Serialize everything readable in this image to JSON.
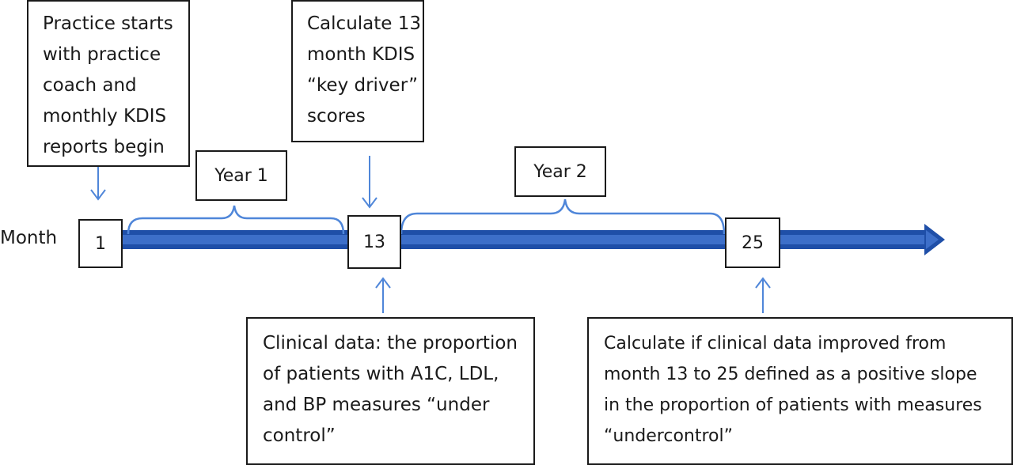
{
  "axis": {
    "label": "Month"
  },
  "milestones": [
    {
      "month": "1"
    },
    {
      "month": "13"
    },
    {
      "month": "25"
    }
  ],
  "periods": [
    {
      "label": "Year 1"
    },
    {
      "label": "Year 2"
    }
  ],
  "annotations": {
    "start": {
      "lines": [
        "Practice starts",
        "with practice",
        "coach and",
        "monthly KDIS",
        "reports begin"
      ]
    },
    "month13_top": {
      "lines": [
        "Calculate 13",
        "month KDIS",
        "“key driver”",
        "scores"
      ]
    },
    "month13_bottom": {
      "lines": [
        "Clinical data:  the proportion",
        "of patients with A1C, LDL,",
        "and BP measures “under",
        "control”"
      ]
    },
    "month25_bottom": {
      "lines": [
        "Calculate if clinical data improved from",
        "month 13  to 25  defined as a positive slope",
        "in the proportion of patients with measures",
        "“undercontrol”"
      ]
    }
  },
  "colors": {
    "timeline": "#3d6fc9",
    "timeline_dark": "#1f4fa8",
    "accent": "#4f86d9",
    "border": "#1a1a1a"
  }
}
